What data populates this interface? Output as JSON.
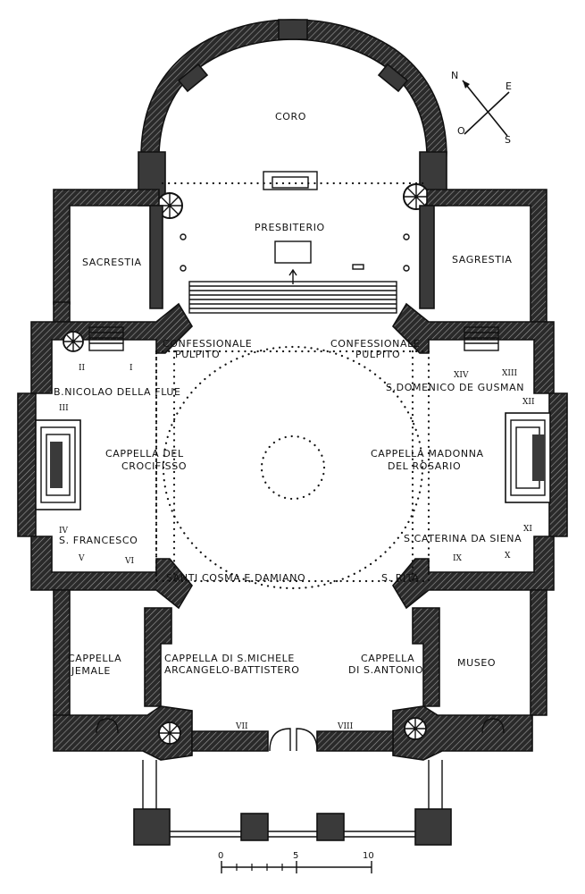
{
  "rooms": {
    "coro": "CORO",
    "presbiterio": "PRESBITERIO",
    "sacrestia": "SACRESTIA",
    "sagrestia": "SAGRESTIA",
    "confessionale_left": "CONFESSIONALE",
    "pulpito_left": "PULPITO",
    "confessionale_right": "CONFESSIONALE",
    "pulpito_right": "PULPITO",
    "nicolao": "B.NICOLAO DELLA FLUE",
    "domenico": "S.DOMENICO DE GUSMAN",
    "crocifisso_1": "CAPPELLA DEL",
    "crocifisso_2": "CROCIFISSO",
    "madonna_1": "CAPPELLA MADONNA",
    "madonna_2": "DEL ROSARIO",
    "francesco": "S. FRANCESCO",
    "caterina": "S.CATERINA DA SIENA",
    "cosma": "SANTI COSMA E DAMIANO",
    "rita": "S. RITA",
    "jemale_1": "CAPPELLA",
    "jemale_2": "JEMALE",
    "michele_1": "CAPPELLA DI S.MICHELE",
    "michele_2": "ARCANGELO-BATTISTERO",
    "antonio_1": "CAPPELLA",
    "antonio_2": "DI S.ANTONIO",
    "museo": "MUSEO"
  },
  "numerals": [
    "I",
    "II",
    "III",
    "IV",
    "V",
    "VI",
    "VII",
    "VIII",
    "IX",
    "X",
    "XI",
    "XII",
    "XIII",
    "XIV"
  ],
  "compass": {
    "n": "N",
    "e": "E",
    "s": "S",
    "o": "O"
  },
  "scale": {
    "label_0": "0",
    "label_5": "5",
    "label_10": "10"
  }
}
